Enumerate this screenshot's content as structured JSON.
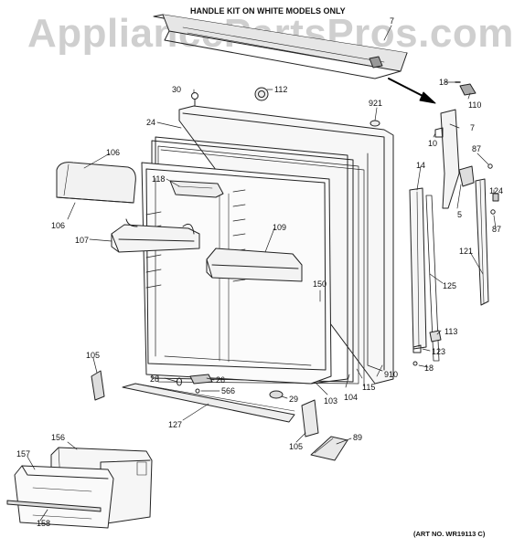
{
  "watermark": "AppliancePartsPros.com",
  "header_note": "HANDLE KIT ON WHITE MODELS ONLY",
  "art_number": "(ART NO. WR19113 C)",
  "callouts": [
    "7",
    "112",
    "30",
    "921",
    "18",
    "110",
    "24",
    "7",
    "10",
    "87",
    "106",
    "118",
    "14",
    "124",
    "5",
    "87",
    "106",
    "107",
    "109",
    "121",
    "125",
    "150",
    "113",
    "123",
    "18",
    "105",
    "28",
    "26",
    "566",
    "910",
    "115",
    "104",
    "29",
    "103",
    "127",
    "105",
    "89",
    "156",
    "157",
    "158"
  ]
}
